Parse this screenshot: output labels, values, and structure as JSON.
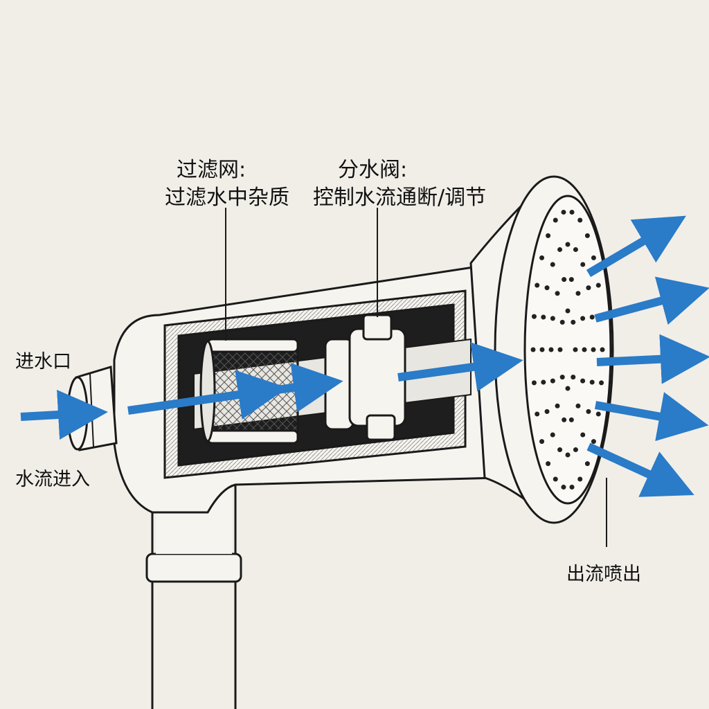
{
  "labels": {
    "filter_title": "过滤网:",
    "filter_desc": "过滤水中杂质",
    "valve_title": "分水阀:",
    "valve_desc": "控制水流通断/调节",
    "inlet": "进水口",
    "inflow": "水流进入",
    "outflow": "出流喷出"
  },
  "colors": {
    "background": "#f1eee8",
    "arrow": "#2a7bc8",
    "line": "#1a1a1a"
  }
}
